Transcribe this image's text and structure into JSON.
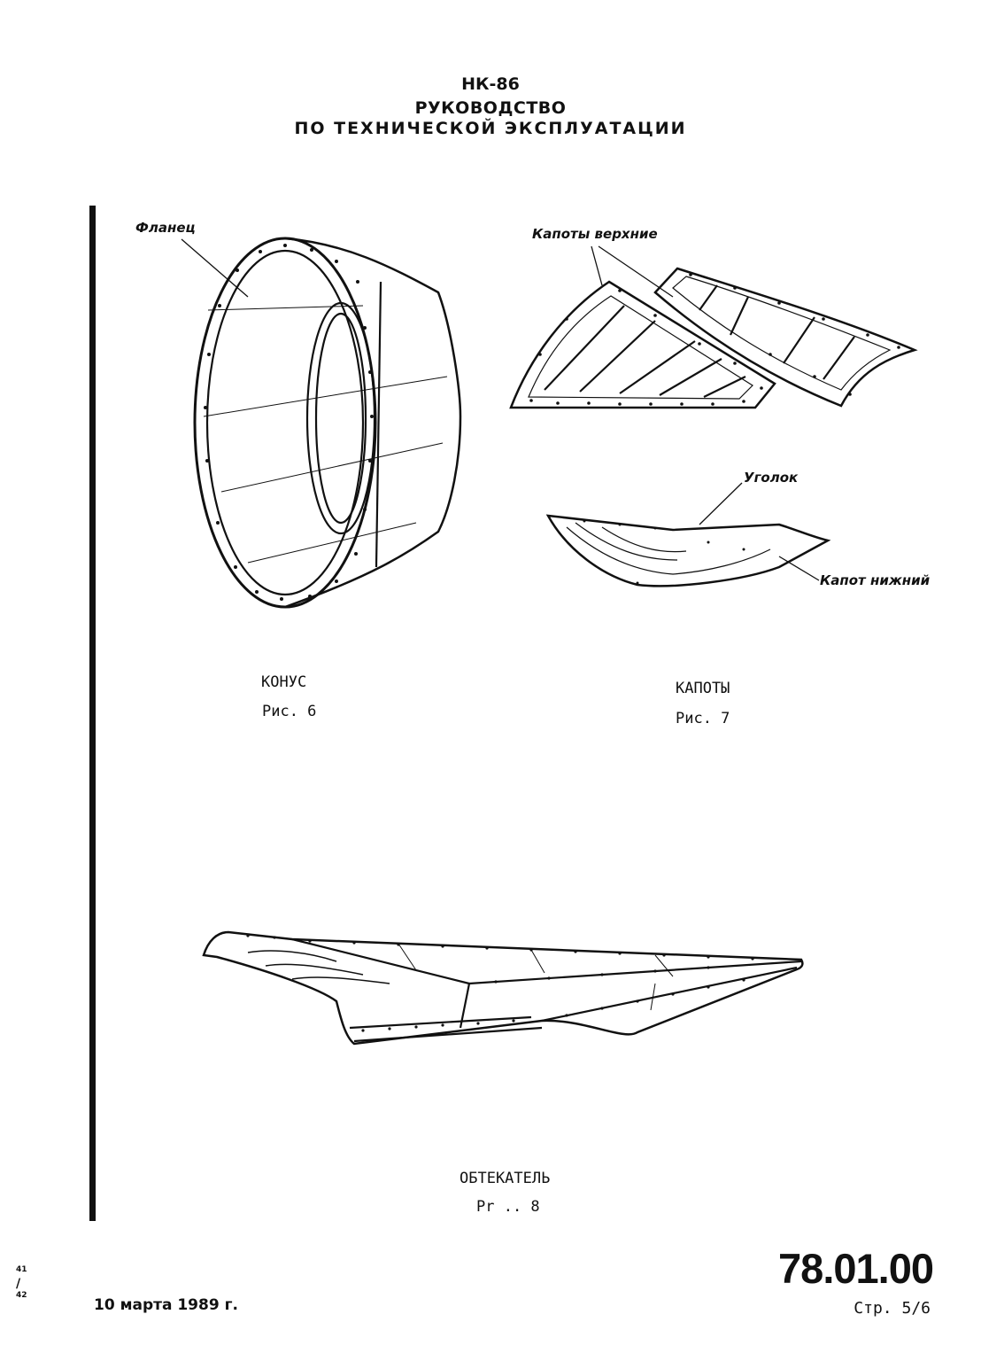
{
  "header": {
    "line1": "НК-86",
    "line2": "РУКОВОДСТВО",
    "line3": "ПО ТЕХНИЧЕСКОЙ ЭКСПЛУАТАЦИИ"
  },
  "figures": {
    "cone": {
      "callout": "Фланец",
      "title": "КОНУС",
      "number": "Рис. 6"
    },
    "cowlings": {
      "callout_upper": "Капоты верхние",
      "callout_angle": "Уголок",
      "callout_lower": "Капот нижний",
      "title": "КАПОТЫ",
      "number": "Рис. 7"
    },
    "fairing": {
      "title": "ОБТЕКАТЕЛЬ",
      "number": "Рr .. 8"
    }
  },
  "footer": {
    "doc_number": "78.01.00",
    "page": "Стр. 5/6",
    "date": "10 марта 1989 г.",
    "side_top": "41",
    "side_slash": "/",
    "side_bottom": "42"
  }
}
